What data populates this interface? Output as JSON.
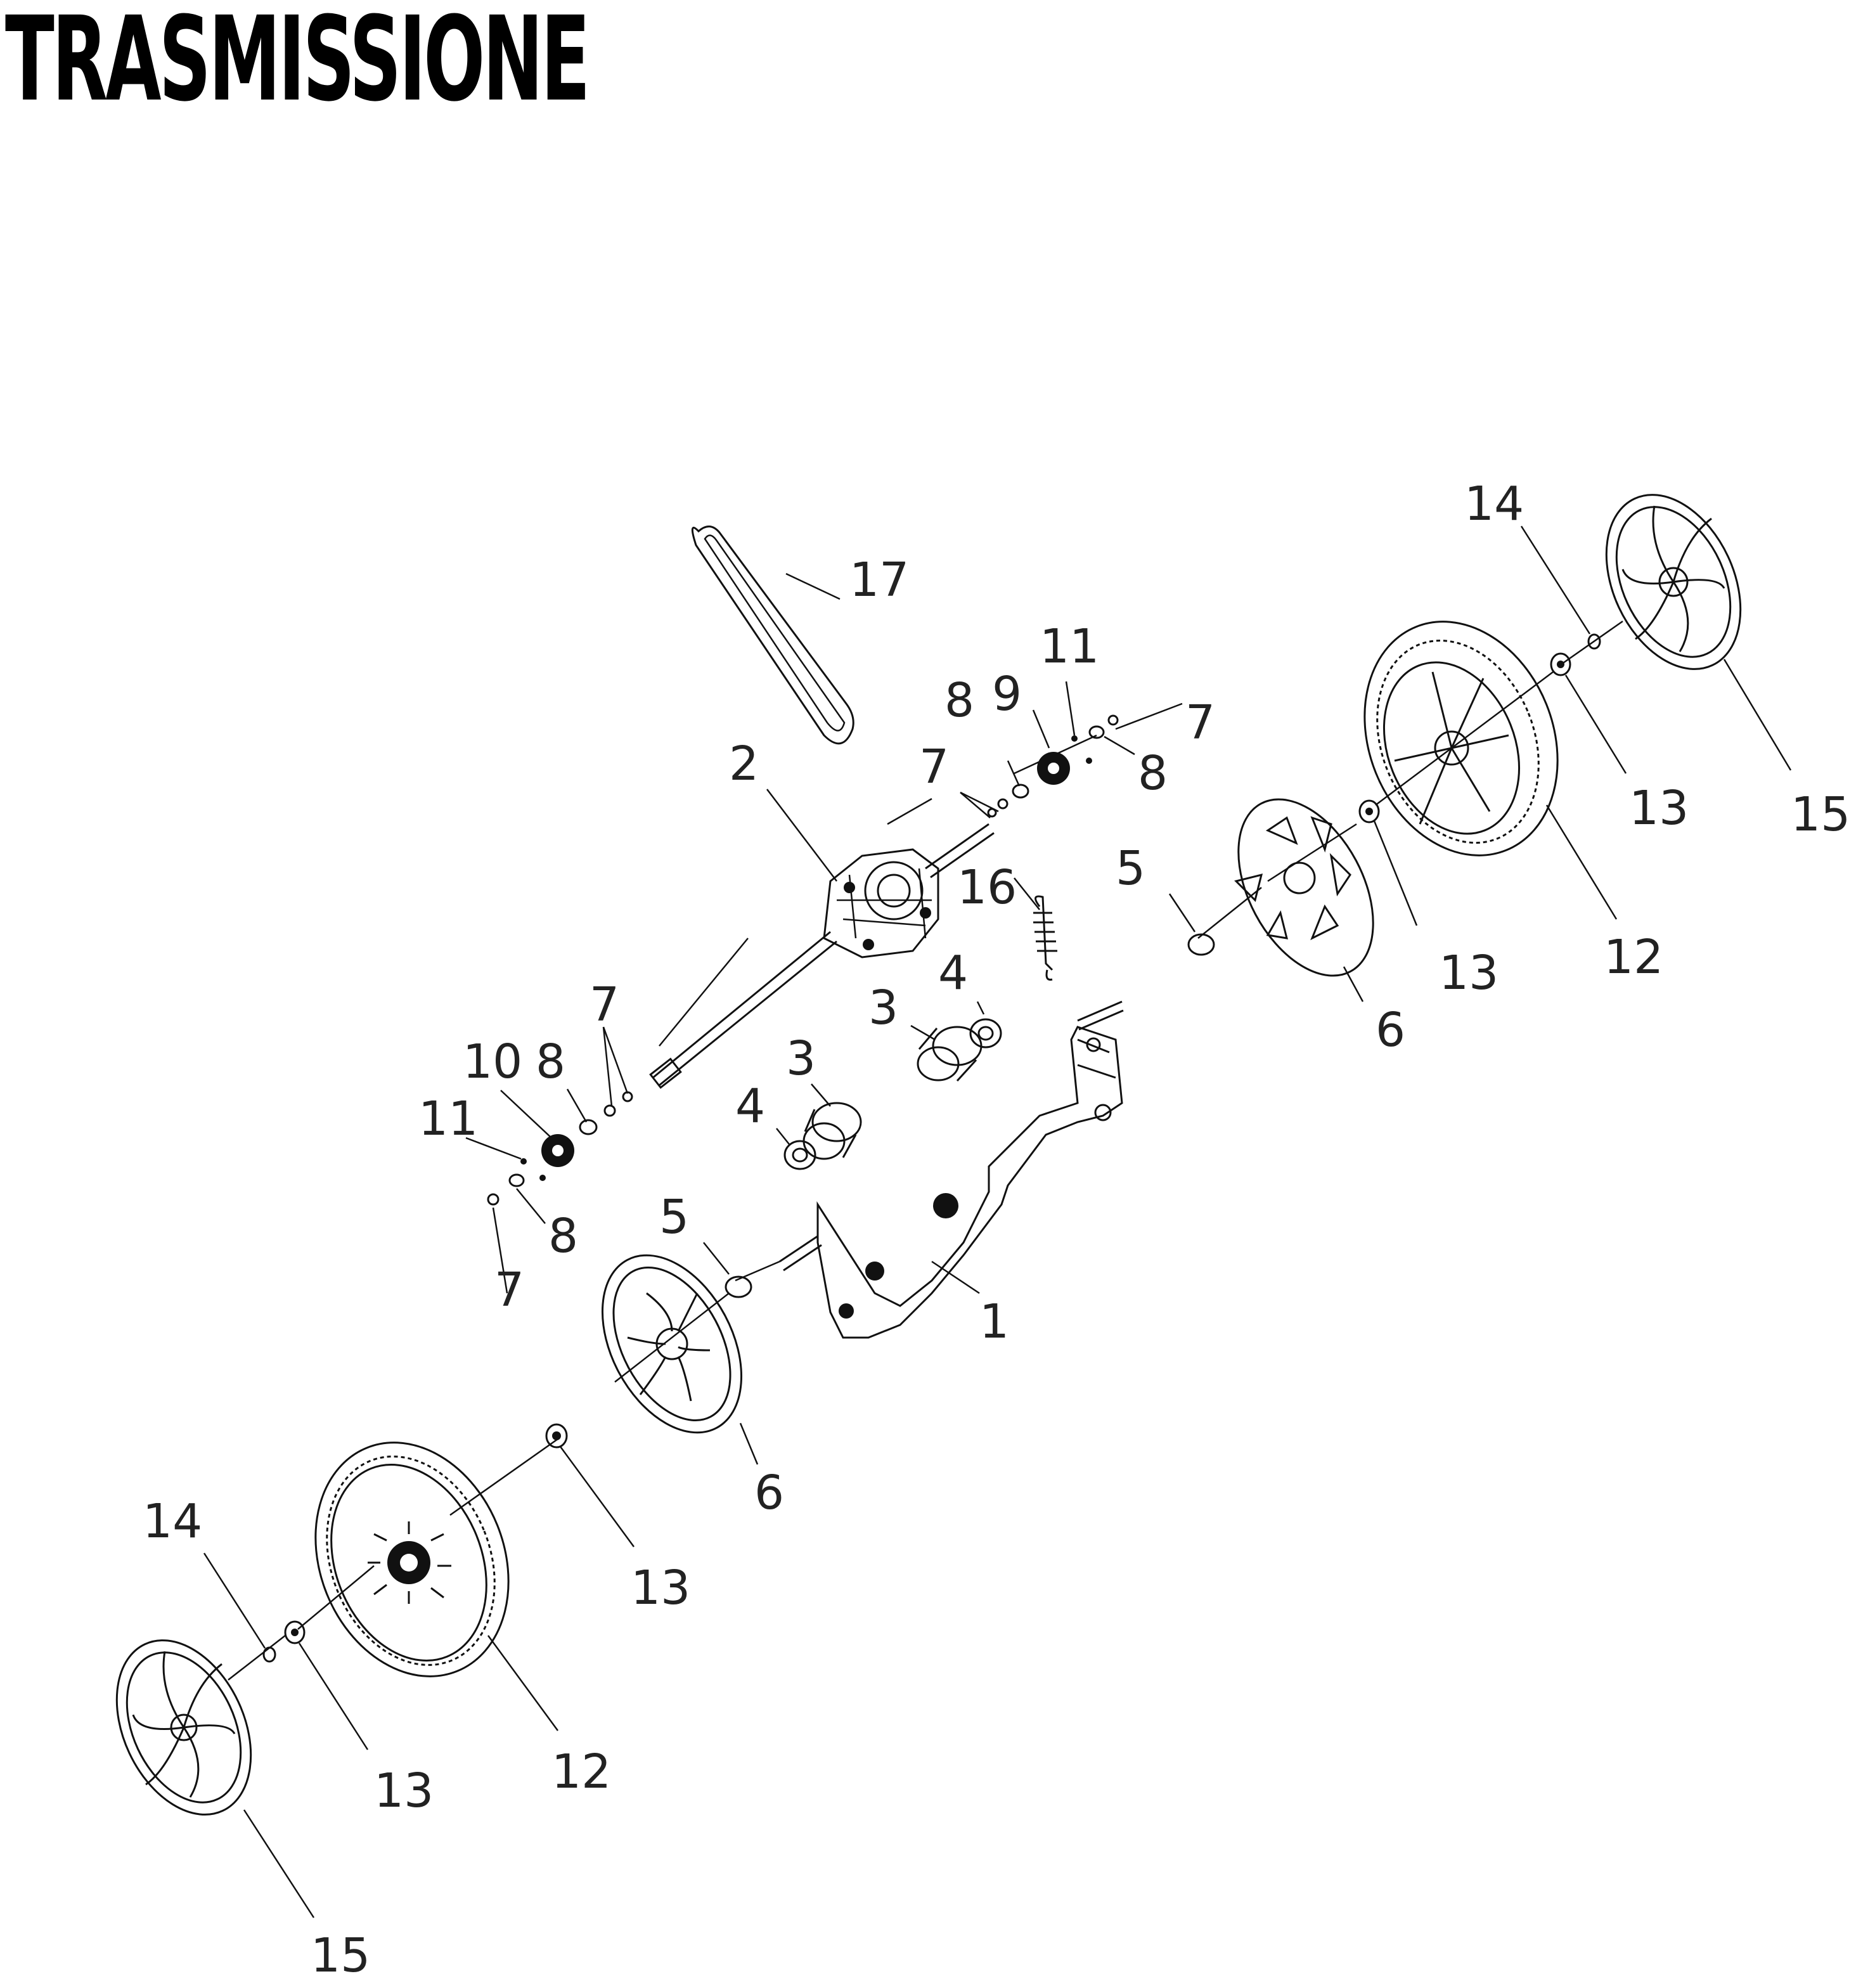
{
  "title": "TRASMISSIONE",
  "labels": {
    "l1": "1",
    "l2": "2",
    "l3a": "3",
    "l3b": "3",
    "l4a": "4",
    "l4b": "4",
    "l5a": "5",
    "l5b": "5",
    "l6a": "6",
    "l6b": "6",
    "l7a": "7",
    "l7b": "7",
    "l7c": "7",
    "l7d": "7",
    "l8a": "8",
    "l8b": "8",
    "l8c": "8",
    "l8d": "8",
    "l9": "9",
    "l10": "10",
    "l11a": "11",
    "l11b": "11",
    "l12a": "12",
    "l12b": "12",
    "l13a": "13",
    "l13b": "13",
    "l13c": "13",
    "l13d": "13",
    "l14a": "14",
    "l14b": "14",
    "l15a": "15",
    "l15b": "15",
    "l16": "16",
    "l17": "17"
  }
}
